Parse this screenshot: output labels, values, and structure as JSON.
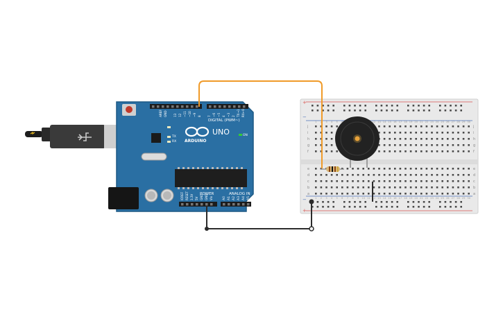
{
  "board": {
    "brand": "ARDUINO",
    "model": "UNO",
    "on_label": "ON",
    "digital_label": "DIGITAL (PWM~)",
    "power_label": "POWER",
    "analog_label": "ANALOG IN",
    "tx_label": "TX",
    "rx_label": "RX",
    "l_label": "L",
    "aref": "AREF",
    "gnd": "GND",
    "digital_pins": [
      "13",
      "12",
      "~11",
      "~10",
      "~9",
      "8",
      "7",
      "~6",
      "~5",
      "4",
      "~3",
      "2",
      "TX→1",
      "RX←0"
    ],
    "power_pins": [
      "IOREF",
      "RESET",
      "3.3V",
      "5V",
      "GND",
      "GND",
      "Vin"
    ],
    "analog_pins": [
      "A0",
      "A1",
      "A2",
      "A3",
      "A4",
      "A5"
    ]
  },
  "breadboard": {
    "row_letters_top": [
      "j",
      "i",
      "h",
      "g",
      "f"
    ],
    "row_letters_bottom": [
      "e",
      "d",
      "c",
      "b",
      "a"
    ],
    "plus": "+",
    "minus": "−",
    "columns": 30
  },
  "colors": {
    "board": "#2a6fa3",
    "board_dark": "#1d5984",
    "wire_orange": "#f09a28",
    "wire_black": "#2b2b2b",
    "breadboard": "#e9e9e9",
    "hole": "#4a4a4a",
    "rail_red": "#d9534f",
    "buzzer": "#222222",
    "buzzer_center": "#e9a23b"
  }
}
